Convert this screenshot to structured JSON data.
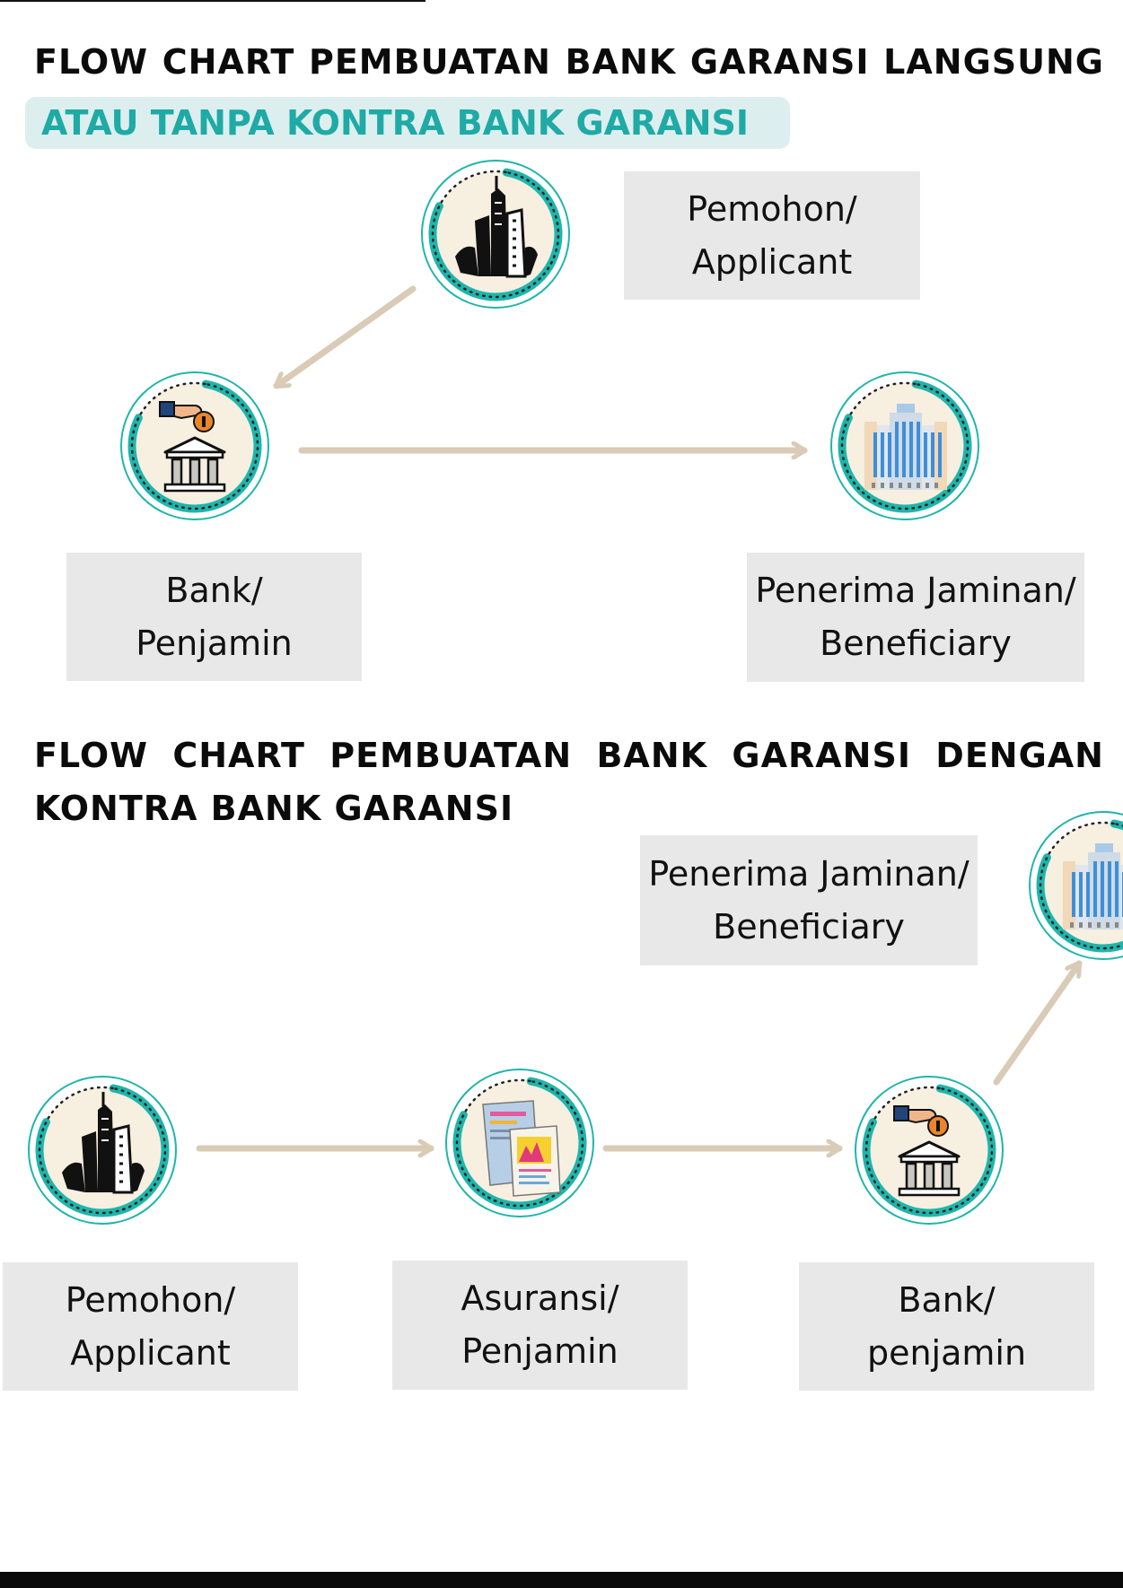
{
  "colors": {
    "accent": "#1fb5ab",
    "arrow": "#d9cbb6",
    "label_bg": "#e8e8e8",
    "subtitle_bg": "#dcefee",
    "subtitle_text": "#1faaa6",
    "icon_bg": "#f7efe0"
  },
  "section1": {
    "title": "FLOW CHART PEMBUATAN BANK GARANSI LANGSUNG",
    "subtitle": "ATAU TANPA KONTRA BANK GARANSI",
    "nodes": [
      {
        "icon": "corporate-buildings-icon",
        "label_line1": "Pemohon/",
        "label_line2": "Applicant"
      },
      {
        "icon": "bank-deposit-icon",
        "label_line1": "Bank/",
        "label_line2": "Penjamin"
      },
      {
        "icon": "office-tower-icon",
        "label_line1": "Penerima Jaminan/",
        "label_line2": "Beneficiary"
      }
    ]
  },
  "section2": {
    "title_line1": "FLOW CHART PEMBUATAN BANK GARANSI DENGAN",
    "title_line2": "KONTRA BANK GARANSI",
    "nodes": [
      {
        "icon": "office-tower-icon",
        "label_line1": "Penerima Jaminan/",
        "label_line2": "Beneficiary"
      },
      {
        "icon": "corporate-buildings-icon",
        "label_line1": "Pemohon/",
        "label_line2": "Applicant"
      },
      {
        "icon": "documents-chart-icon",
        "label_line1": "Asuransi/",
        "label_line2": "Penjamin"
      },
      {
        "icon": "bank-deposit-icon",
        "label_line1": "Bank/",
        "label_line2": "penjamin"
      }
    ]
  }
}
